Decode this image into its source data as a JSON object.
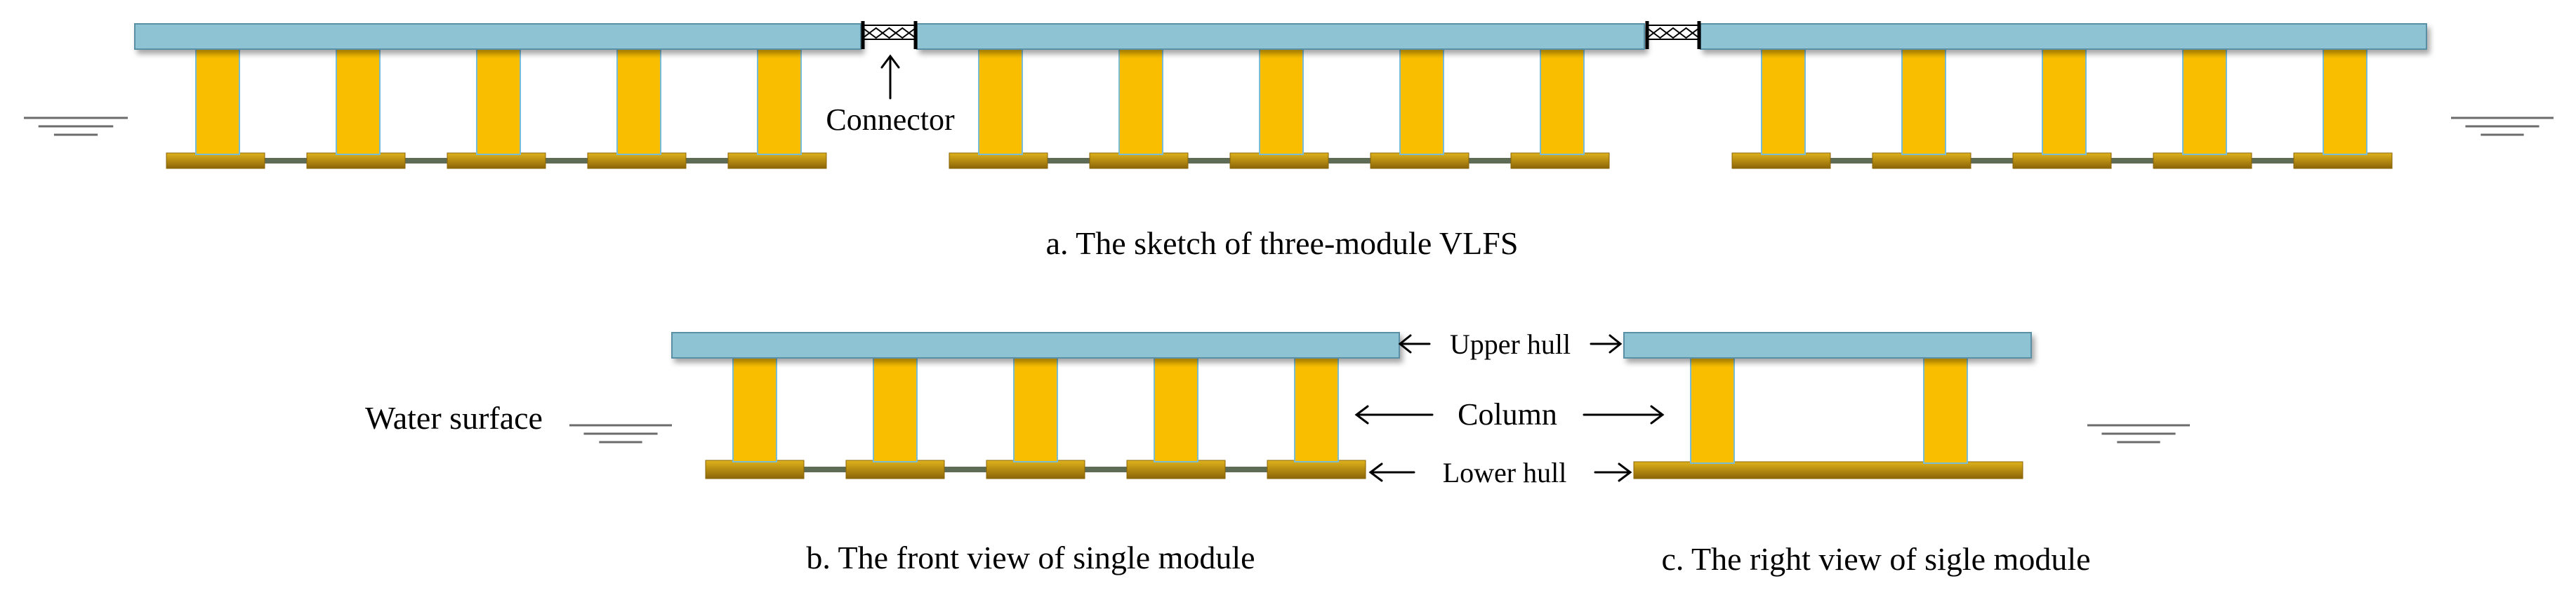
{
  "captions": {
    "a": "a. The sketch of three-module VLFS",
    "b": "b. The front view of single module",
    "c": "c. The right view of sigle module"
  },
  "labels": {
    "connector": "Connector",
    "upper_hull": "Upper hull",
    "column": "Column",
    "lower_hull": "Lower hull",
    "water_surface": "Water surface"
  },
  "colors": {
    "upper_hull": "#8ec3d4",
    "upper_hull_edge": "#5a8fa6",
    "column": "#f9be00",
    "column_edge": "#79bcd6",
    "lower_hull_top": "#e0b21c",
    "lower_hull_bottom": "#8a6408",
    "brace": "#5e6b55",
    "arrow": "#000000"
  }
}
